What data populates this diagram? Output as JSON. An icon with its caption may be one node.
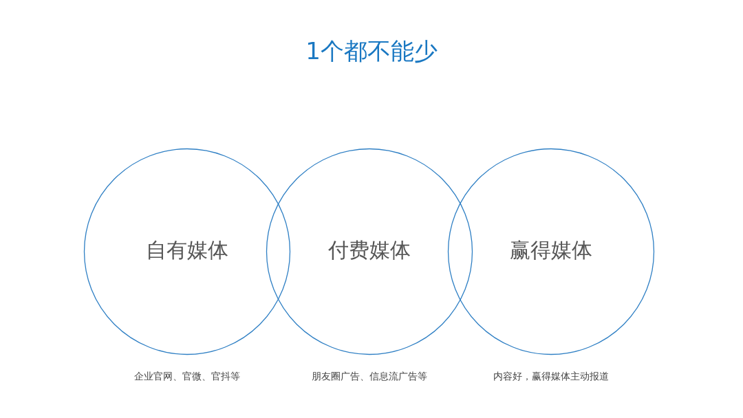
{
  "diagram": {
    "title": "1个都不能少",
    "nodes": [
      {
        "text": [
          "自有媒体"
        ],
        "beside": [
          "企业官网、官微、官抖等"
        ]
      },
      {
        "text": [
          "付费媒体"
        ],
        "beside": [
          "朋友圈广告、信息流广告等"
        ]
      },
      {
        "text": [
          "赢得媒体"
        ],
        "beside": [
          "内容好，赢得媒体主动报道"
        ]
      }
    ]
  }
}
